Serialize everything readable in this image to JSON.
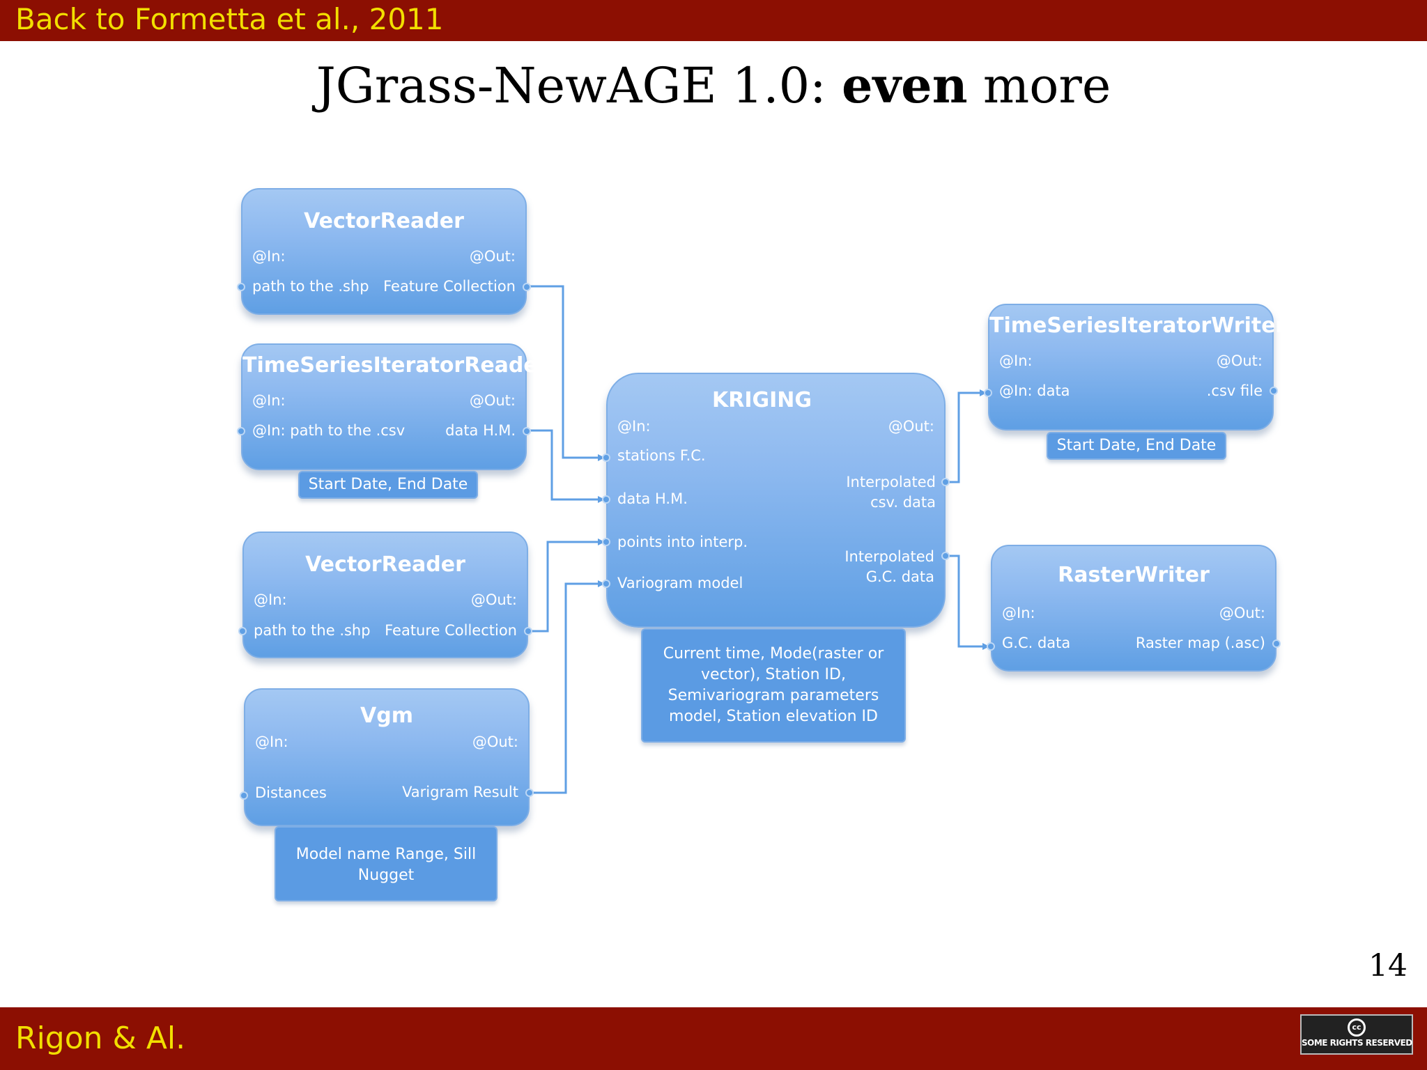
{
  "header": {
    "back_link": "Back to Formetta et al., 2011"
  },
  "title": {
    "prefix": "JGrass-NewAGE 1.0: ",
    "bold": "even",
    "suffix": " more"
  },
  "footer": {
    "author": "Rigon & Al.",
    "page_number": "14",
    "license_text": "SOME RIGHTS RESERVED",
    "license_icon": "cc"
  },
  "diagram": {
    "vector_reader_1": {
      "title": "VectorReader",
      "in": "@In:",
      "out": "@Out:",
      "in_port": "path to the .shp",
      "out_port": "Feature Collection"
    },
    "ts_reader": {
      "title": "TimeSeriesIteratorReader",
      "in": "@In:",
      "out": "@Out:",
      "in_port": "@In: path to the .csv",
      "out_port": "data H.M.",
      "params": "Start Date, End Date"
    },
    "vector_reader_2": {
      "title": "VectorReader",
      "in": "@In:",
      "out": "@Out:",
      "in_port": "path to the .shp",
      "out_port": "Feature Collection"
    },
    "vgm": {
      "title": "Vgm",
      "in": "@In:",
      "out": "@Out:",
      "in_port": "Distances",
      "out_port": "Varigram Result",
      "params_line1": "Model name Range, Sill",
      "params_line2": "Nugget"
    },
    "kriging": {
      "title": "KRIGING",
      "in": "@In:",
      "out": "@Out:",
      "inputs": [
        "stations F.C.",
        "data H.M.",
        "points into interp.",
        "Variogram model"
      ],
      "output1_line1": "Interpolated",
      "output1_line2": "csv. data",
      "output2_line1": "Interpolated",
      "output2_line2": "G.C. data",
      "params_lines": [
        "Current time, Mode(raster or",
        "vector), Station ID,",
        "Semivariogram parameters",
        "model, Station elevation ID"
      ]
    },
    "ts_writer": {
      "title": "TimeSeriesIteratorWriter",
      "in": "@In:",
      "out": "@Out:",
      "in_port": "@In: data",
      "out_port": ".csv file",
      "params": "Start Date, End Date"
    },
    "raster_writer": {
      "title": "RasterWriter",
      "in": "@In:",
      "out": "@Out:",
      "in_port": "G.C. data",
      "out_port": "Raster map (.asc)"
    }
  }
}
